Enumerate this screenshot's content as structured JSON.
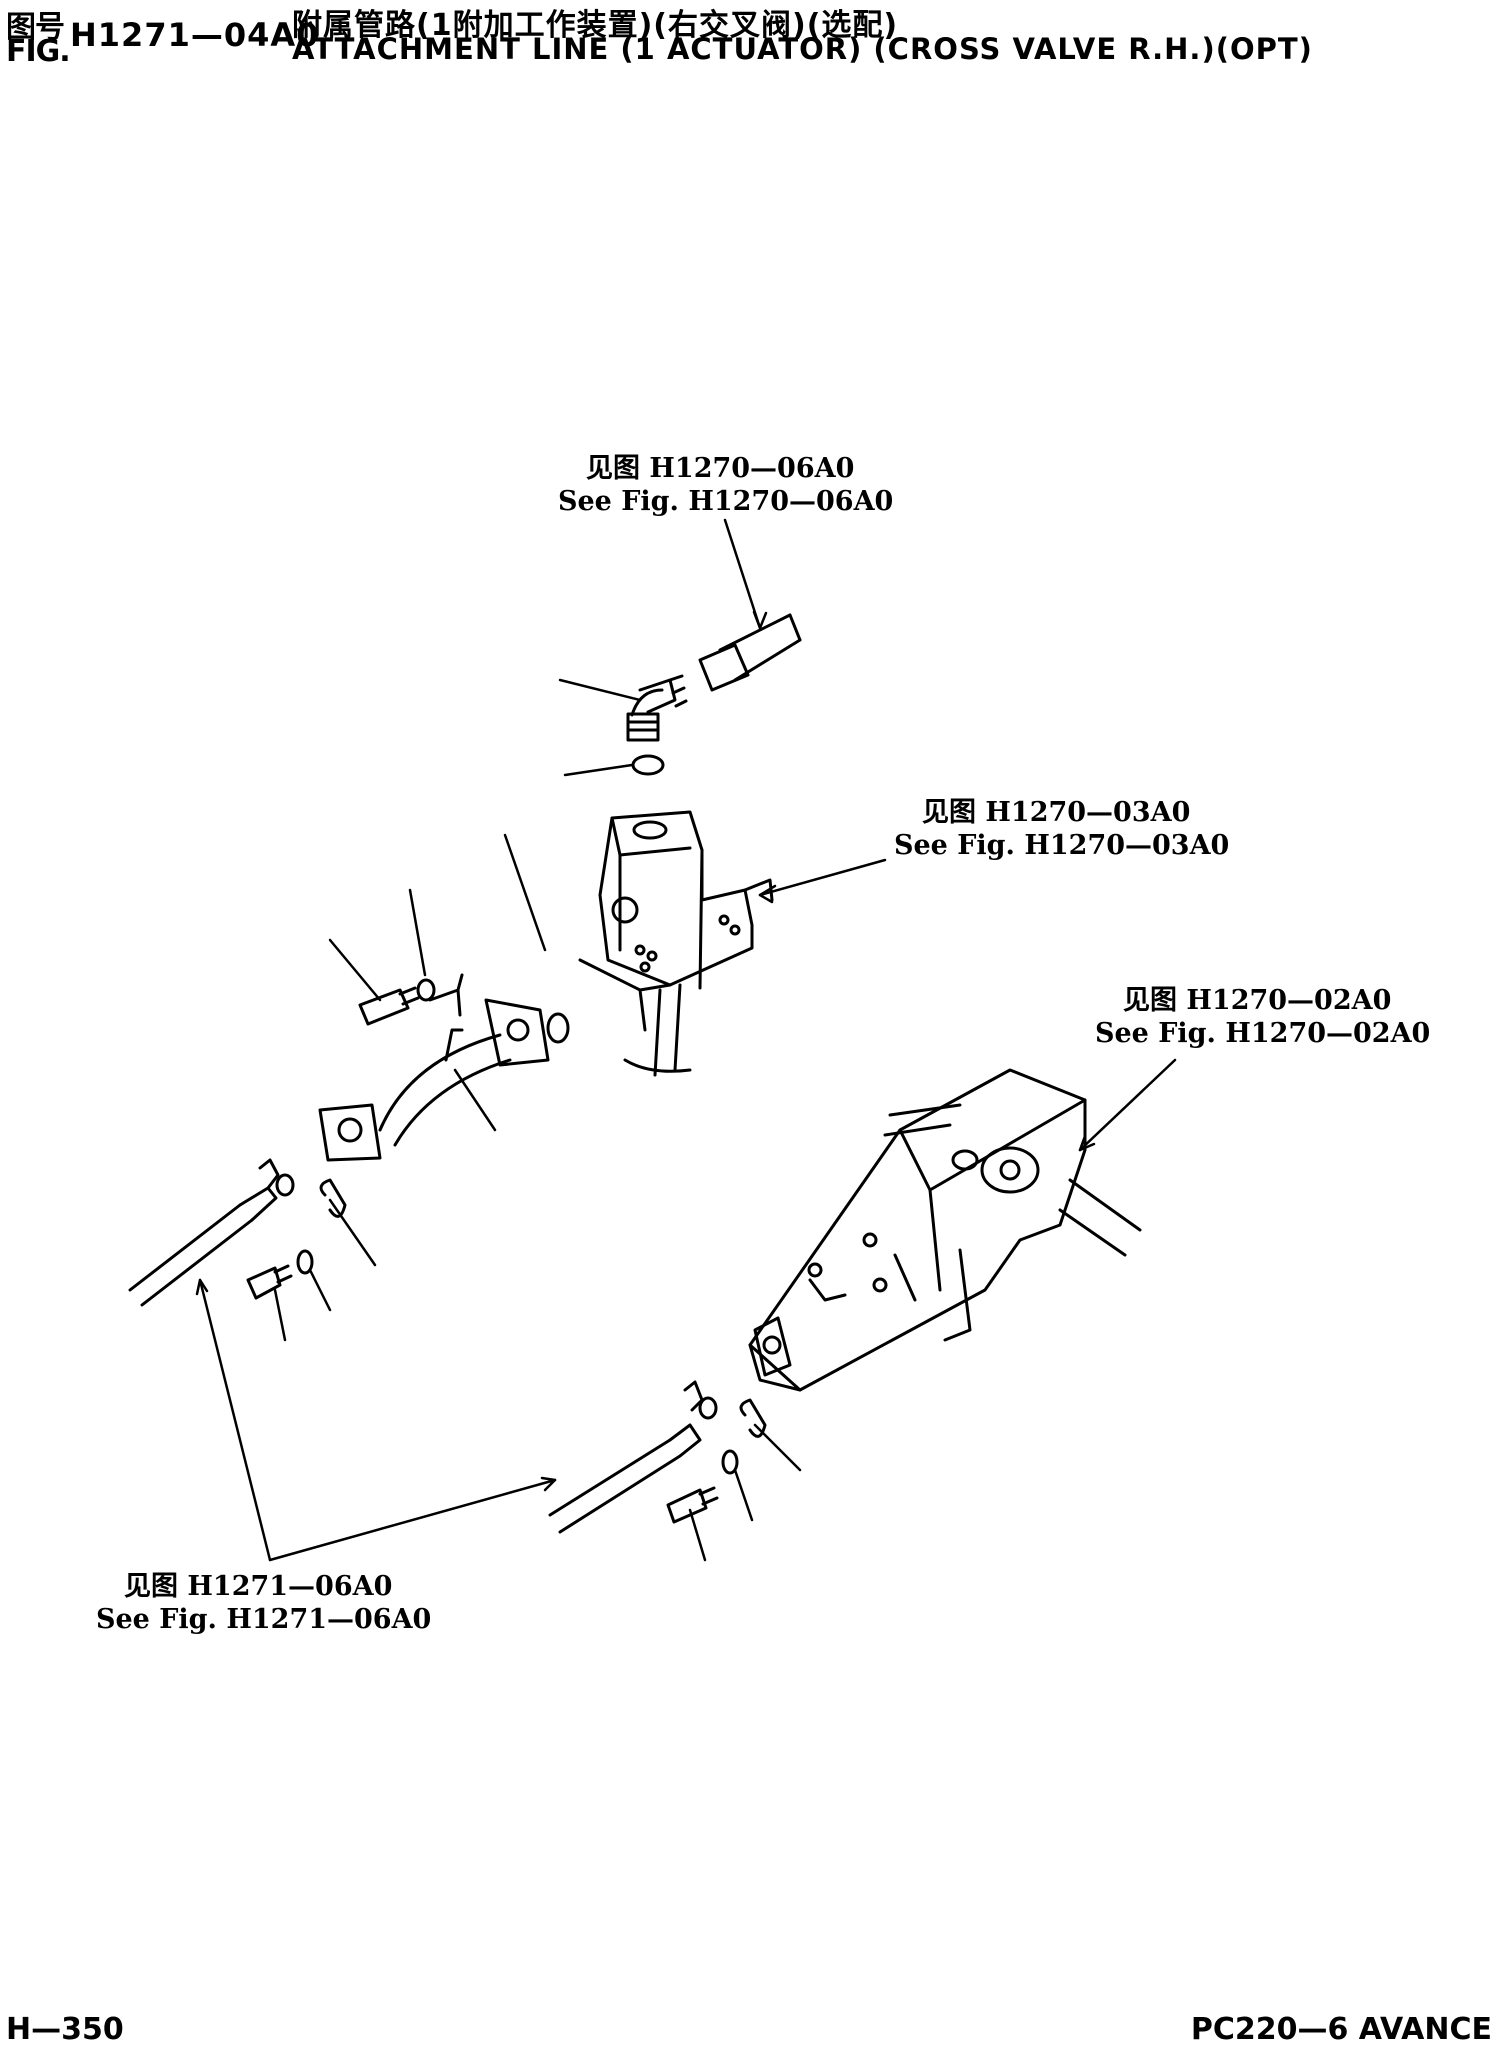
{
  "header": {
    "label_cn": "图号",
    "label_en": "FIG.",
    "fig_number": "H1271—04A0",
    "title_cn": "附属管路(1附加工作装置)(右交叉阀)(选配)",
    "title_en": "ATTACHMENT LINE (1 ACTUATOR) (CROSS VALVE R.H.)(OPT)"
  },
  "refs": [
    {
      "cn": "见图 H1270—06A0",
      "en": "See Fig. H1270—06A0"
    },
    {
      "cn": "见图 H1270—03A0",
      "en": "See Fig. H1270—03A0"
    },
    {
      "cn": "见图 H1270—02A0",
      "en": "See Fig. H1270—02A0"
    },
    {
      "cn": "见图 H1271—06A0",
      "en": "See Fig. H1271—06A0"
    }
  ],
  "footer": {
    "page": "H—350",
    "model": "PC220—6 AVANCE"
  }
}
